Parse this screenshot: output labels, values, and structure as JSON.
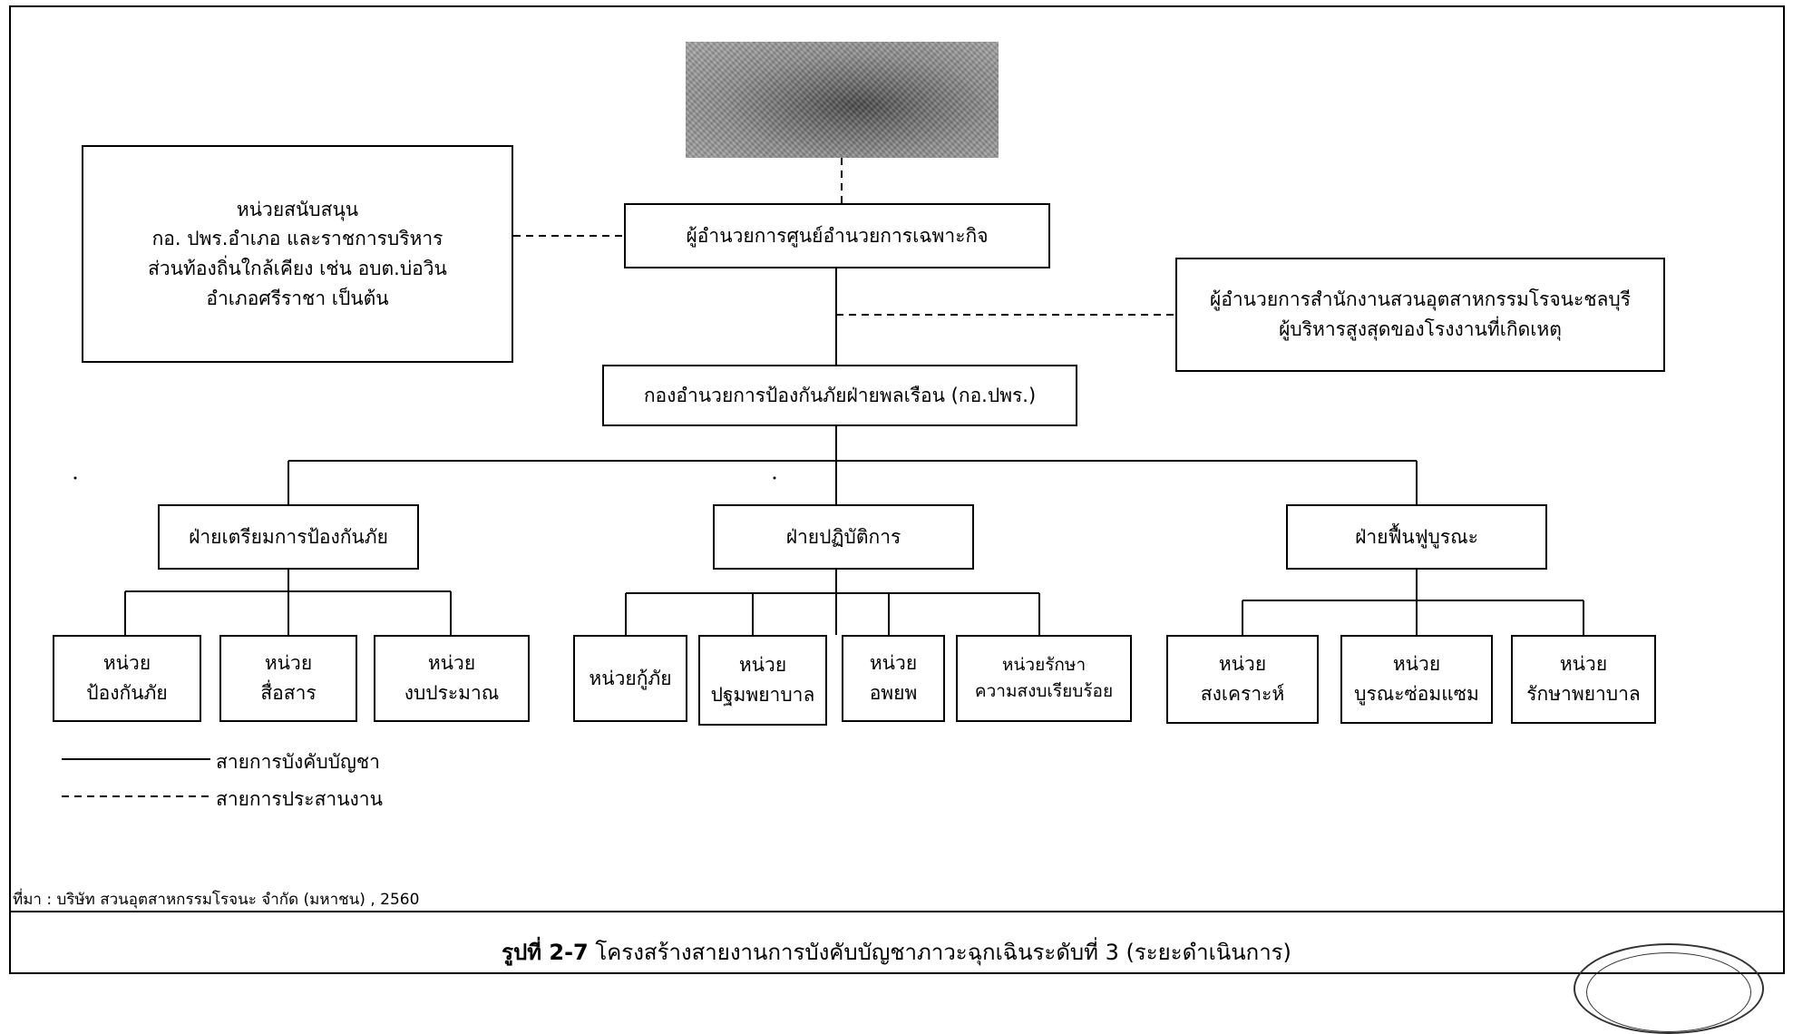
{
  "diagram": {
    "top_image": "blurred-photo",
    "director": "ผู้อำนวยการศูนย์อำนวยการเฉพาะกิจ",
    "support": [
      "หน่วยสนับสนุน",
      "กอ. ปพร.อำเภอ และราชการบริหาร",
      "ส่วนท้องถิ่นใกล้เคียง  เช่น อบต.บ่อวิน",
      "อำเภอศรีราชา เป็นต้น"
    ],
    "estate_director": [
      "ผู้อำนวยการสำนักงานสวนอุตสาหกรรมโรจนะชลบุรี",
      "ผู้บริหารสูงสุดของโรงงานที่เกิดเหตุ"
    ],
    "command": "กองอำนวยการป้องกันภัยฝ่ายพลเรือน (กอ.ปพร.)",
    "divisions": [
      {
        "label": "ฝ่ายเตรียมการป้องกันภัย",
        "units": [
          [
            "หน่วย",
            "ป้องกันภัย"
          ],
          [
            "หน่วย",
            "สื่อสาร"
          ],
          [
            "หน่วย",
            "งบประมาณ"
          ]
        ]
      },
      {
        "label": "ฝ่ายปฏิบัติการ",
        "units": [
          [
            "หน่วยกู้ภัย"
          ],
          [
            "หน่วย",
            "ปฐมพยาบาล"
          ],
          [
            "หน่วย",
            "อพยพ"
          ],
          [
            "หน่วยรักษา",
            "ความสงบเรียบร้อย"
          ]
        ]
      },
      {
        "label": "ฝ่ายฟื้นฟูบูรณะ",
        "units": [
          [
            "หน่วย",
            "สงเคราะห์"
          ],
          [
            "หน่วย",
            "บูรณะซ่อมแซม"
          ],
          [
            "หน่วย",
            "รักษาพยาบาล"
          ]
        ]
      }
    ]
  },
  "legend": {
    "solid": "สายการบังคับบัญชา",
    "dashed": "สายการประสานงาน"
  },
  "source": "ที่มา : บริษัท สวนอุตสาหกรรมโรจนะ จำกัด (มหาชน) , 2560",
  "caption": {
    "prefix": "รูปที่ 2-7",
    "text": " โครงสร้างสายงานการบังคับบัญชาภาวะฉุกเฉินระดับที่ 3 (ระยะดำเนินการ)"
  }
}
